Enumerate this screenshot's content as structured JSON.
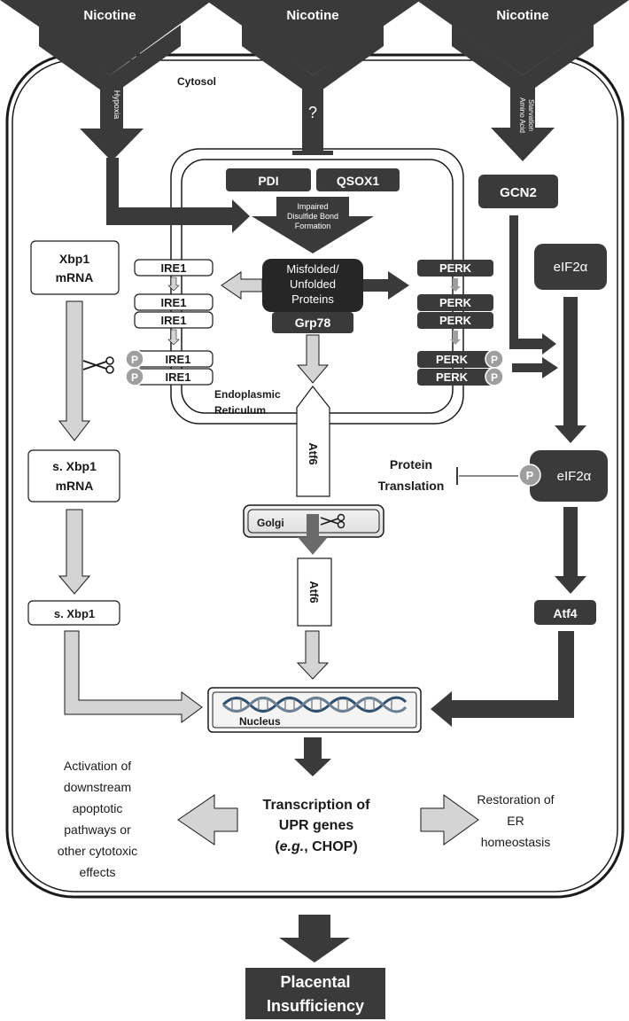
{
  "inputs": {
    "nicotine_left": "Nicotine",
    "nicotine_center": "Nicotine",
    "nicotine_right": "Nicotine"
  },
  "cell": {
    "cytosol_label": "Cytosol",
    "hypoxia_label": "Hypoxia",
    "unknown_label": "?",
    "amino_acid_label_1": "Amino Acid",
    "amino_acid_label_2": "Starvation"
  },
  "er": {
    "pdi": "PDI",
    "qsox1": "QSOX1",
    "impaired_1": "Impaired",
    "impaired_2": "Disulfide Bond",
    "impaired_3": "Formation",
    "misfolded_1": "Misfolded/",
    "misfolded_2": "Unfolded",
    "misfolded_3": "Proteins",
    "grp78": "Grp78",
    "label_1": "Endoplasmic",
    "label_2": "Reticulum"
  },
  "ire1_branch": {
    "ire1_labels": [
      "IRE1",
      "IRE1",
      "IRE1",
      "IRE1",
      "IRE1"
    ],
    "phospho": "P",
    "xbp1_mrna_1": "Xbp1",
    "xbp1_mrna_2": "mRNA",
    "s_xbp1_mrna_1": "s. Xbp1",
    "s_xbp1_mrna_2": "mRNA",
    "s_xbp1": "s. Xbp1"
  },
  "atf6_branch": {
    "atf6_er": "Atf6",
    "golgi": "Golgi",
    "atf6_cleaved": "Atf6"
  },
  "perk_branch": {
    "perk_labels": [
      "PERK",
      "PERK",
      "PERK",
      "PERK",
      "PERK"
    ],
    "phospho": "P",
    "gcn2": "GCN2",
    "eif2a": "eIF2α",
    "eif2a_p": "eIF2α",
    "protein_1": "Protein",
    "protein_2": "Translation",
    "atf4": "Atf4"
  },
  "nucleus": {
    "label": "Nucleus"
  },
  "outcomes": {
    "transcription_1": "Transcription of",
    "transcription_2": "UPR genes",
    "transcription_3a": "e.g.",
    "transcription_3b": ", CHOP)",
    "left_1": "Activation of",
    "left_2": "downstream",
    "left_3": "apoptotic",
    "left_4": "pathways or",
    "left_5": "other cytotoxic",
    "left_6": "effects",
    "right_1": "Restoration of",
    "right_2": "ER",
    "right_3": "homeostasis",
    "final_1": "Placental",
    "final_2": "Insufficiency"
  },
  "colors": {
    "dark": "#3a3a3a",
    "darker": "#262626",
    "light_arrow": "#d4d4d4",
    "phospho_fill": "#9e9e9e",
    "outline": "#1a1a1a"
  }
}
